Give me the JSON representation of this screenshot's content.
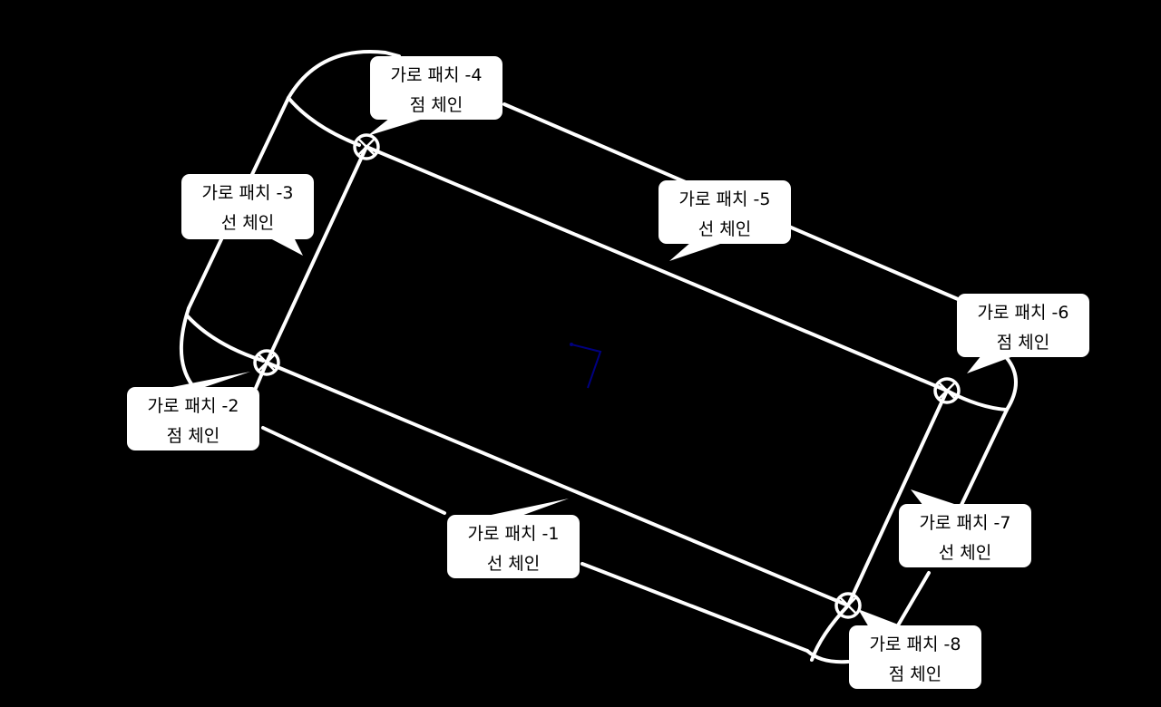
{
  "diagram": {
    "background": "#000000",
    "line_color": "#ffffff",
    "bubble_color": "#ffffff",
    "text_color": "#000000",
    "marker_color": "#000080"
  },
  "callouts": [
    {
      "id": "patch-1",
      "line1": "가로 패치 -1",
      "line2": "선 체인"
    },
    {
      "id": "patch-2",
      "line1": "가로 패치 -2",
      "line2": "점 체인"
    },
    {
      "id": "patch-3",
      "line1": "가로 패치 -3",
      "line2": "선 체인"
    },
    {
      "id": "patch-4",
      "line1": "가로 패치 -4",
      "line2": "점 체인"
    },
    {
      "id": "patch-5",
      "line1": "가로 패치 -5",
      "line2": "선 체인"
    },
    {
      "id": "patch-6",
      "line1": "가로 패치 -6",
      "line2": "점 체인"
    },
    {
      "id": "patch-7",
      "line1": "가로 패치 -7",
      "line2": "선 체인"
    },
    {
      "id": "patch-8",
      "line1": "가로 패치 -8",
      "line2": "점 체인"
    }
  ]
}
